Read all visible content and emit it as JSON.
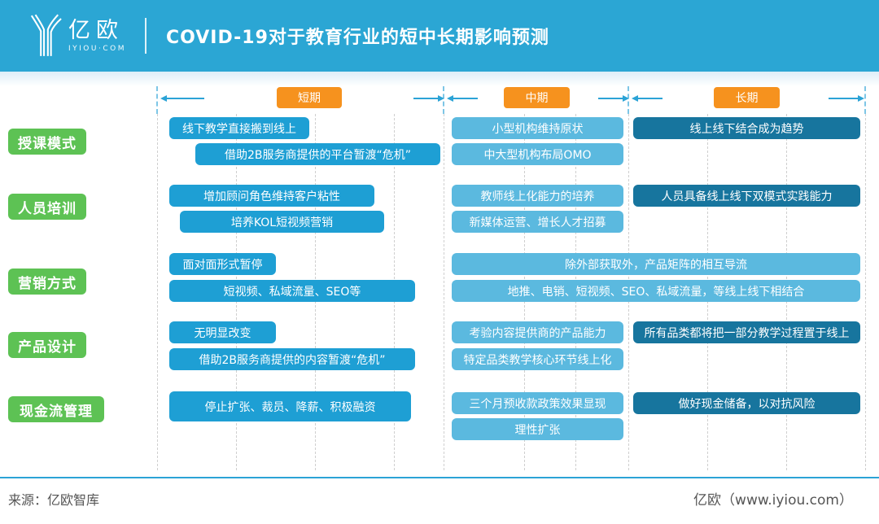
{
  "header": {
    "logo_text": "亿欧",
    "logo_subtext": "IYIOU·COM",
    "title": "COVID-19对于教育行业的短中长期影响预测"
  },
  "timeline": {
    "short_label": "短期",
    "mid_label": "中期",
    "long_label": "长期"
  },
  "rows": [
    {
      "label": "授课模式",
      "items": [
        {
          "text": "线下教学直接搬到线上"
        },
        {
          "text": "借助2B服务商提供的平台暂渡“危机”"
        },
        {
          "text": "小型机构维持原状"
        },
        {
          "text": "中大型机构布局OMO"
        },
        {
          "text": "线上线下结合成为趋势"
        }
      ]
    },
    {
      "label": "人员培训",
      "items": [
        {
          "text": "增加顾问角色维持客户粘性"
        },
        {
          "text": "培养KOL短视频营销"
        },
        {
          "text": "教师线上化能力的培养"
        },
        {
          "text": "新媒体运营、增长人才招募"
        },
        {
          "text": "人员具备线上线下双模式实践能力"
        }
      ]
    },
    {
      "label": "营销方式",
      "items": [
        {
          "text": "面对面形式暂停"
        },
        {
          "text": "短视频、私域流量、SEO等"
        },
        {
          "text": "除外部获取外，产品矩阵的相互导流"
        },
        {
          "text": "地推、电销、短视频、SEO、私域流量，等线上线下相结合"
        }
      ]
    },
    {
      "label": "产品设计",
      "items": [
        {
          "text": "无明显改变"
        },
        {
          "text": "借助2B服务商提供的内容暂渡“危机”"
        },
        {
          "text": "考验内容提供商的产品能力"
        },
        {
          "text": "特定品类教学核心环节线上化"
        },
        {
          "text": "所有品类都将把一部分教学过程置于线上"
        }
      ]
    },
    {
      "label": "现金流管理",
      "items": [
        {
          "text": "停止扩张、裁员、降薪、积极融资"
        },
        {
          "text": "三个月预收款政策效果显现"
        },
        {
          "text": "理性扩张"
        },
        {
          "text": "做好现金储备，以对抗风险"
        }
      ]
    }
  ],
  "footer": {
    "source": "来源：亿欧智库",
    "brand": "亿欧（www.iyiou.com）"
  },
  "colors": {
    "header_bg": "#2BA6D4",
    "accent_orange": "#F6921E",
    "label_green": "#5DC254",
    "box_medium_blue": "#1E9FD4",
    "box_light_blue": "#5BB9DF",
    "box_dark_teal": "#17759E",
    "arrow_blue": "#2BA3D6"
  }
}
